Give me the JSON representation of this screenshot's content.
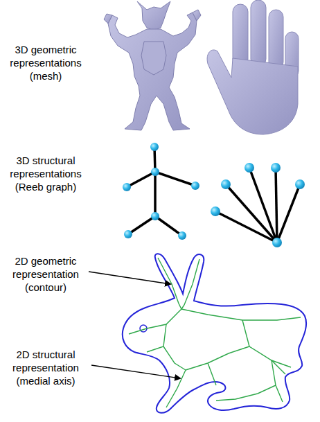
{
  "diagram": {
    "labels": [
      "3D geometric representations (mesh)",
      "3D structural representations (Reeb graph)",
      "2D geometric representation (contour)",
      "2D structural representation (medial axis)"
    ]
  }
}
